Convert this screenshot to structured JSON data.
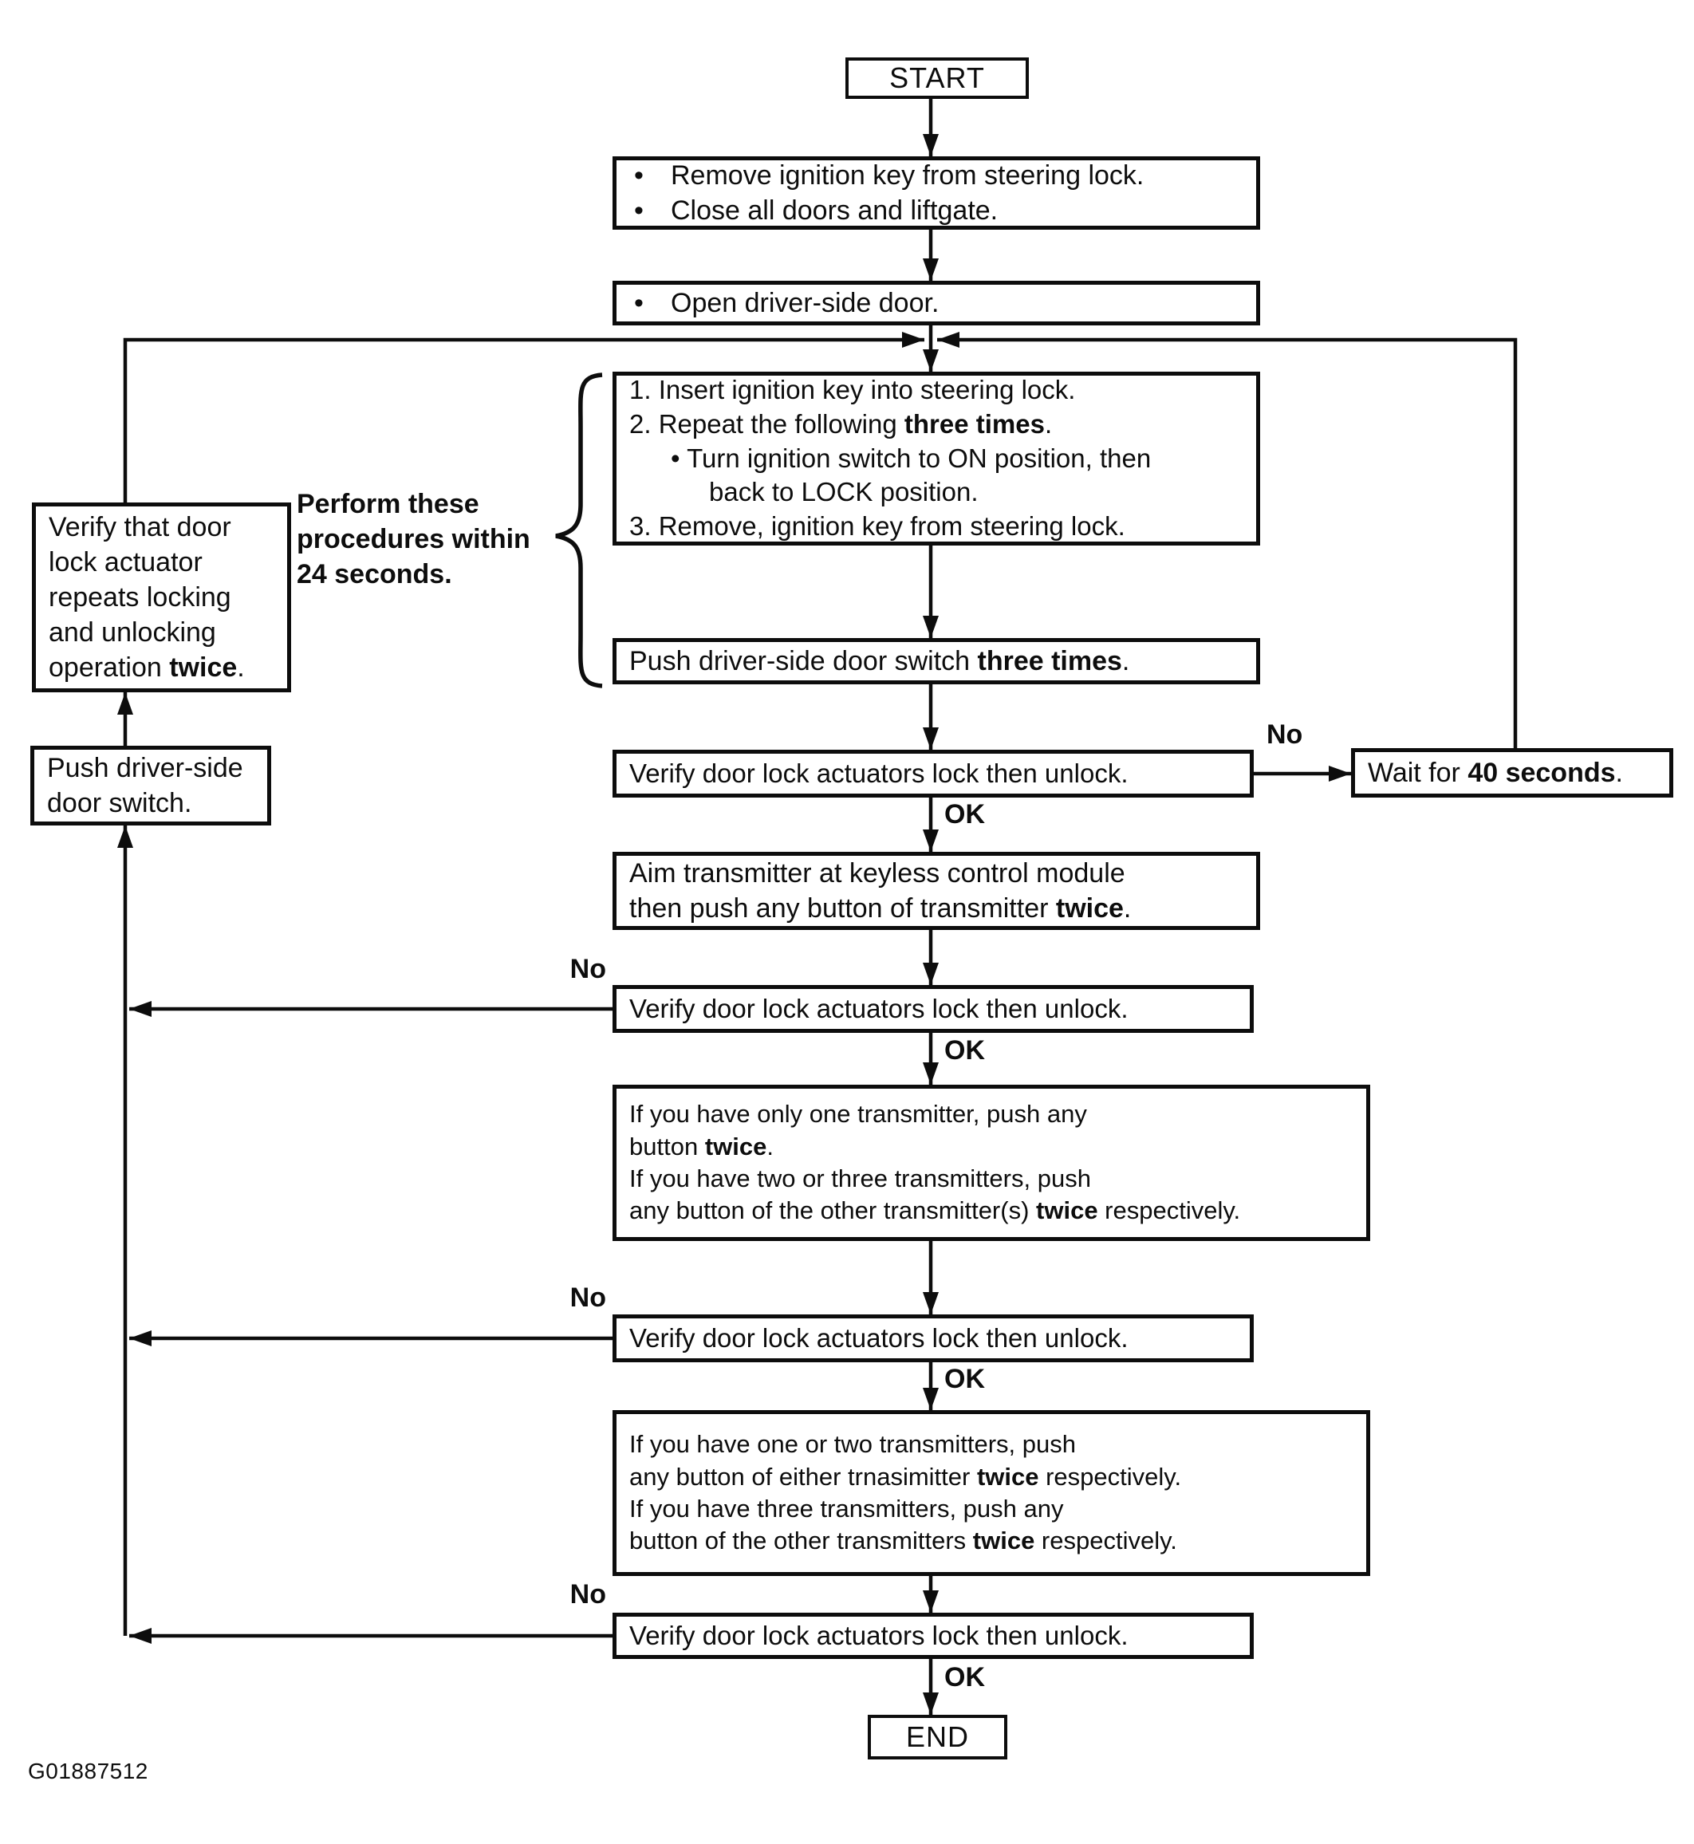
{
  "colors": {
    "ink": "#0d0d0d",
    "background": "#ffffff"
  },
  "labels": {
    "no": "No",
    "ok": "OK"
  },
  "footer": {
    "figure_id": "G01887512"
  },
  "nodes": {
    "start": {
      "text": "START"
    },
    "end": {
      "text": "END"
    },
    "prep": {
      "lines": [
        {
          "bullet": true,
          "segs": [
            {
              "t": "Remove ignition key from steering lock."
            }
          ]
        },
        {
          "bullet": true,
          "segs": [
            {
              "t": "Close all doors and liftgate."
            }
          ]
        }
      ]
    },
    "open_door": {
      "lines": [
        {
          "bullet": true,
          "segs": [
            {
              "t": "Open driver-side door."
            }
          ]
        }
      ]
    },
    "key_cycle": {
      "lines": [
        {
          "segs": [
            {
              "t": "1. Insert ignition key into steering lock."
            }
          ]
        },
        {
          "segs": [
            {
              "t": "2. Repeat the following "
            },
            {
              "t": "three times",
              "b": true
            },
            {
              "t": "."
            }
          ]
        },
        {
          "indent": 1,
          "segs": [
            {
              "t": "• Turn ignition switch to ON position, then"
            }
          ]
        },
        {
          "indent": 2,
          "segs": [
            {
              "t": "back to LOCK position."
            }
          ]
        },
        {
          "segs": [
            {
              "t": "3. Remove, ignition key from steering lock."
            }
          ]
        }
      ]
    },
    "perform_note": {
      "lines": [
        {
          "segs": [
            {
              "t": "Perform these",
              "b": true
            }
          ]
        },
        {
          "segs": [
            {
              "t": "procedures within",
              "b": true
            }
          ]
        },
        {
          "segs": [
            {
              "t": "24 seconds.",
              "b": true
            }
          ]
        }
      ]
    },
    "verify_actuator": {
      "lines": [
        {
          "segs": [
            {
              "t": "Verify that door"
            }
          ]
        },
        {
          "segs": [
            {
              "t": "lock actuator"
            }
          ]
        },
        {
          "segs": [
            {
              "t": "repeats locking"
            }
          ]
        },
        {
          "segs": [
            {
              "t": "and unlocking"
            }
          ]
        },
        {
          "segs": [
            {
              "t": "operation "
            },
            {
              "t": "twice",
              "b": true
            },
            {
              "t": "."
            }
          ]
        }
      ]
    },
    "push_switch": {
      "lines": [
        {
          "segs": [
            {
              "t": "Push driver-side"
            }
          ]
        },
        {
          "segs": [
            {
              "t": "door switch."
            }
          ]
        }
      ]
    },
    "push_three": {
      "lines": [
        {
          "segs": [
            {
              "t": "Push driver-side door switch "
            },
            {
              "t": "three times",
              "b": true
            },
            {
              "t": "."
            }
          ]
        }
      ]
    },
    "verify_lock": {
      "text": "Verify door lock actuators lock then unlock."
    },
    "wait40": {
      "lines": [
        {
          "segs": [
            {
              "t": "Wait for "
            },
            {
              "t": "40 seconds",
              "b": true
            },
            {
              "t": "."
            }
          ]
        }
      ]
    },
    "aim": {
      "lines": [
        {
          "segs": [
            {
              "t": "Aim transmitter at keyless control module"
            }
          ]
        },
        {
          "segs": [
            {
              "t": "then push any button of transmitter "
            },
            {
              "t": "twice",
              "b": true
            },
            {
              "t": "."
            }
          ]
        }
      ]
    },
    "one_transmitter": {
      "lines": [
        {
          "segs": [
            {
              "t": "If you have only one transmitter, push any"
            }
          ]
        },
        {
          "segs": [
            {
              "t": "button "
            },
            {
              "t": "twice",
              "b": true
            },
            {
              "t": "."
            }
          ]
        },
        {
          "segs": [
            {
              "t": "If you have two or three transmitters, push"
            }
          ]
        },
        {
          "segs": [
            {
              "t": "any button of the other transmitter(s) "
            },
            {
              "t": "twice",
              "b": true
            },
            {
              "t": " respectively."
            }
          ]
        }
      ]
    },
    "multi_transmitter": {
      "lines": [
        {
          "segs": [
            {
              "t": "If you have one or two transmitters, push"
            }
          ]
        },
        {
          "segs": [
            {
              "t": "any button of either trnasimitter "
            },
            {
              "t": "twice",
              "b": true
            },
            {
              "t": " respectively."
            }
          ]
        },
        {
          "segs": [
            {
              "t": "If you have three transmitters, push any"
            }
          ]
        },
        {
          "segs": [
            {
              "t": "button of the other transmitters "
            },
            {
              "t": "twice",
              "b": true
            },
            {
              "t": " respectively."
            }
          ]
        }
      ]
    }
  }
}
